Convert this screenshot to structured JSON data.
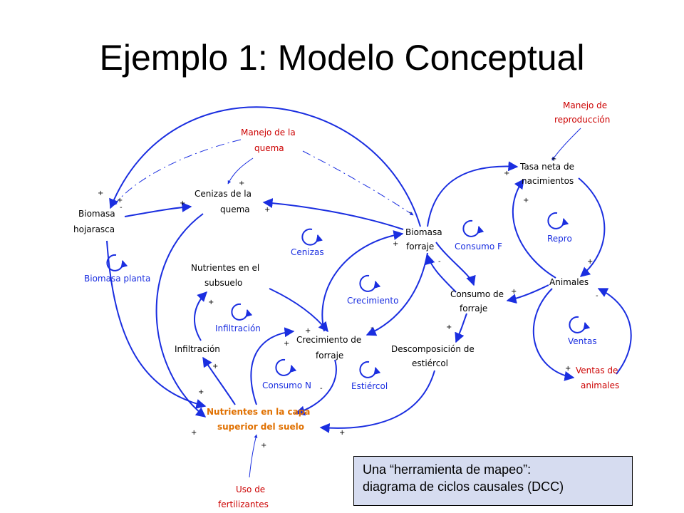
{
  "title": "Ejemplo 1: Modelo Conceptual",
  "nodes": {
    "manejo_quema": [
      "Manejo de la",
      "quema"
    ],
    "cenizas_quema": [
      "Cenizas de la",
      "quema"
    ],
    "biomasa_hojarasca": [
      "Biomasa",
      "hojarasca"
    ],
    "biomasa_forraje": [
      "Biomasa",
      "forraje"
    ],
    "nutrientes_subsuelo": [
      "Nutrientes en el",
      "subsuelo"
    ],
    "infiltracion": [
      "Infiltración"
    ],
    "crecimiento_forraje": [
      "Crecimiento de",
      "forraje"
    ],
    "descomposicion": [
      "Descomposición de",
      "estiércol"
    ],
    "consumo_forraje": [
      "Consumo de",
      "forraje"
    ],
    "tasa_nacimientos": [
      "Tasa neta de",
      "nacimientos"
    ],
    "animales": [
      "Animales"
    ],
    "manejo_reproduccion": [
      "Manejo de",
      "reproducción"
    ],
    "ventas_animales": [
      "Ventas de",
      "animales"
    ],
    "nutrientes_capa": [
      "Nutrientes en la capa",
      "superior del suelo"
    ],
    "uso_fertilizantes": [
      "Uso de",
      "fertilizantes"
    ]
  },
  "loops": {
    "cenizas": "Cenizas",
    "biomasa_planta": "Biomasa planta",
    "infiltracion": "Infiltración",
    "crecimiento": "Crecimiento",
    "consumo_n": "Consumo N",
    "estiercol": "Estiércol",
    "consumo_f": "Consumo F",
    "repro": "Repro",
    "ventas": "Ventas"
  },
  "polarities": {
    "plus": "+",
    "minus": "-"
  },
  "callout": {
    "line1": "Una “herramienta de mapeo”:",
    "line2": "diagrama de ciclos causales (DCC)"
  },
  "colors": {
    "arrow": "#1a2ee0",
    "control_variable": "#cc0000",
    "central_variable": "#e07000",
    "callout_bg": "#d6dcf0"
  }
}
